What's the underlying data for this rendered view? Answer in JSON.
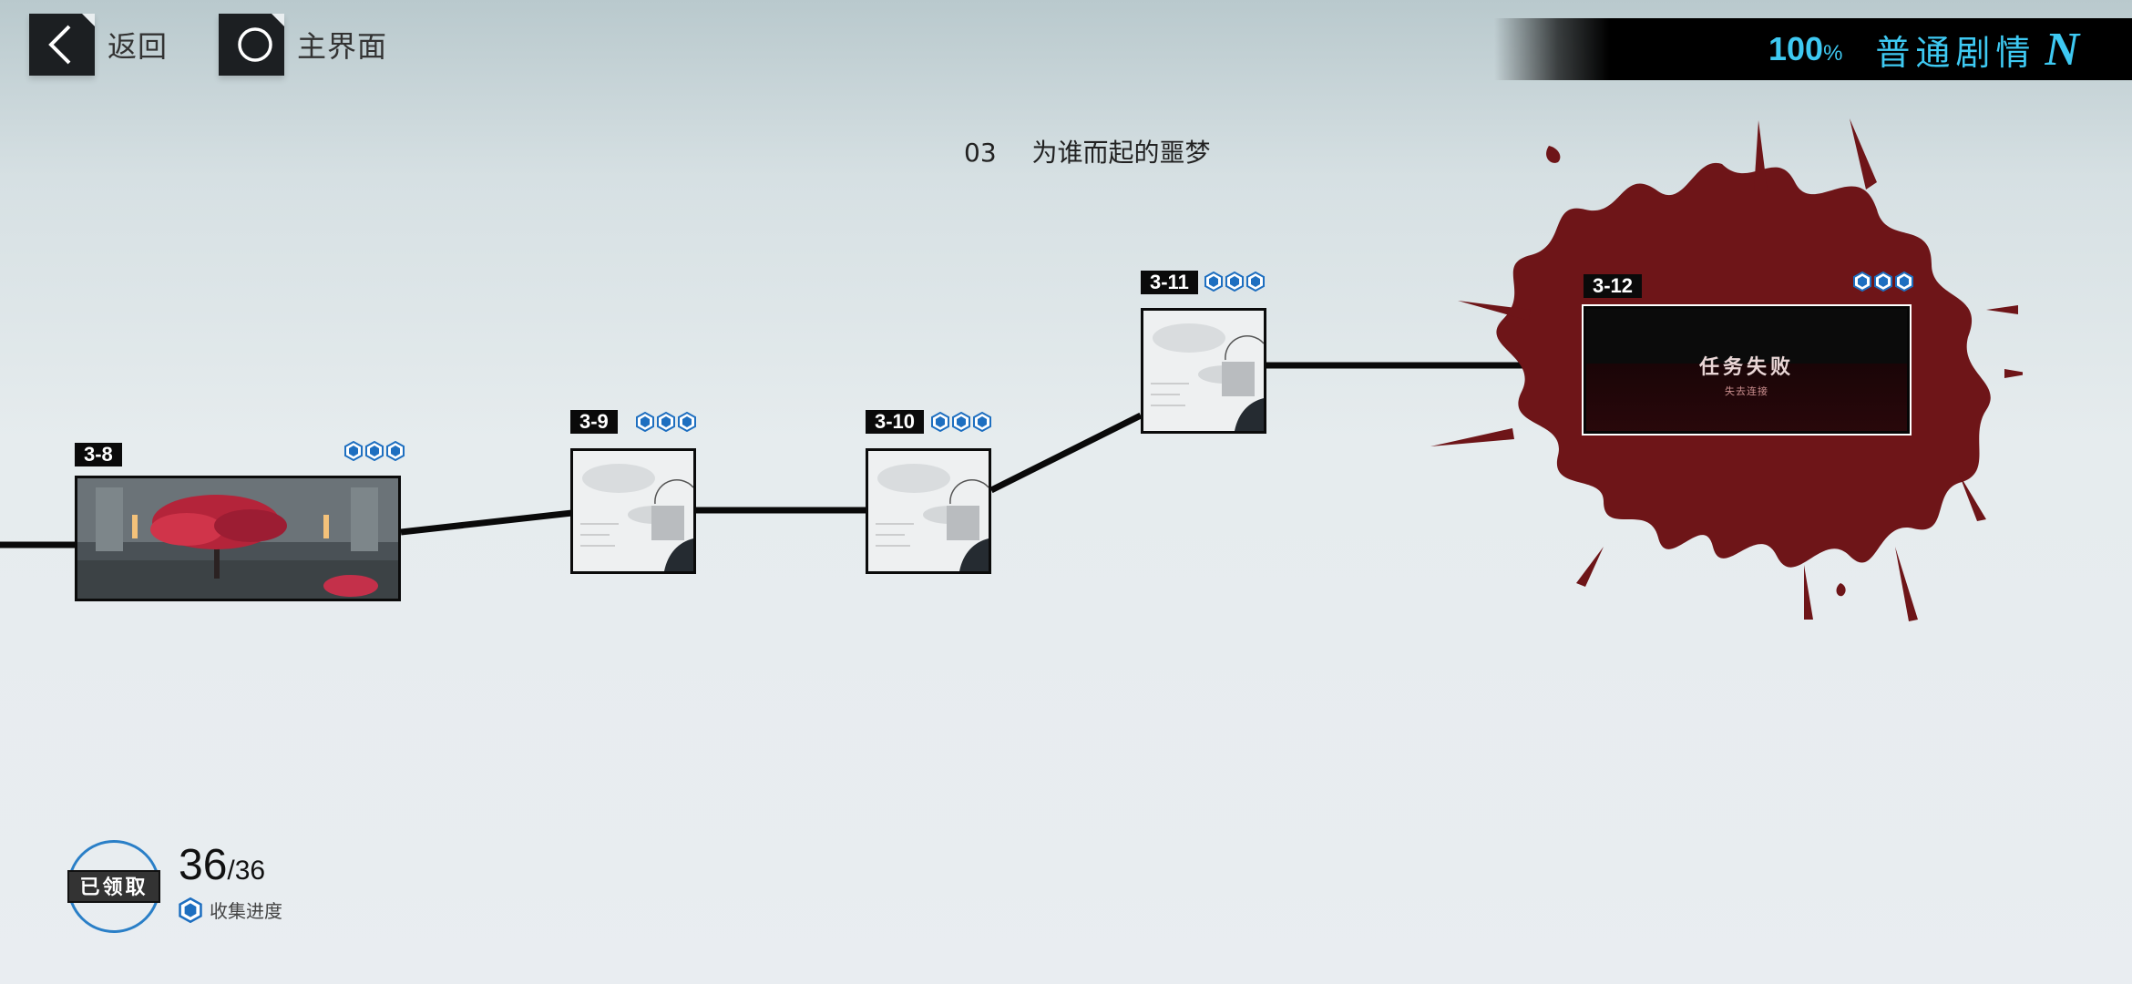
{
  "nav": {
    "back_label": "返回",
    "home_label": "主界面"
  },
  "banner": {
    "progress_value": "100",
    "progress_unit": "%",
    "mode_label": "普通剧情",
    "mode_letter": "N"
  },
  "chapter": {
    "number": "03",
    "title": "为谁而起的噩梦"
  },
  "stages": [
    {
      "id": "3-8",
      "stars_earned": 3,
      "stars_total": 3
    },
    {
      "id": "3-9",
      "stars_earned": 3,
      "stars_total": 3
    },
    {
      "id": "3-10",
      "stars_earned": 3,
      "stars_total": 3
    },
    {
      "id": "3-11",
      "stars_earned": 3,
      "stars_total": 3
    },
    {
      "id": "3-12",
      "stars_earned": 3,
      "stars_total": 3,
      "overlay_title": "任务失败",
      "overlay_sub": "失去连接"
    }
  ],
  "collection": {
    "claim_label": "已领取",
    "collected": "36",
    "total_text": "/36",
    "label": "收集进度"
  },
  "colors": {
    "accent": "#3ec9f2",
    "star": "#1e6fc0",
    "blood": "#6e1518"
  },
  "icons": {
    "back": "chevron-left-icon",
    "home": "circle-icon",
    "star": "hexagon-icon"
  }
}
